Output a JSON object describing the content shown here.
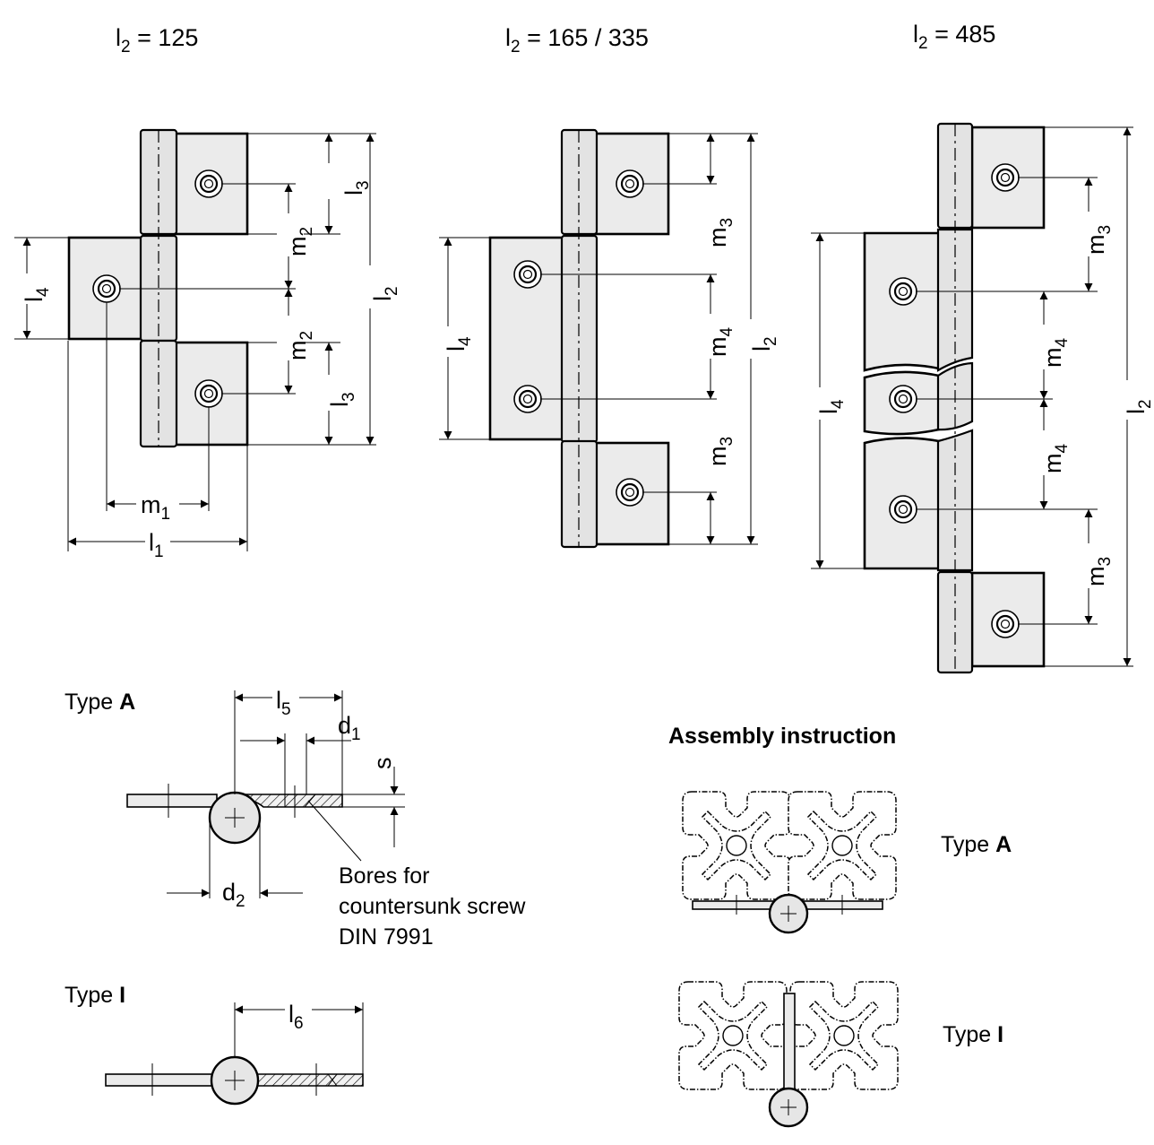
{
  "figures": {
    "left": {
      "title": "l2 = 125"
    },
    "middle": {
      "title": "l2 = 165 / 335"
    },
    "right": {
      "title": "l2 = 485"
    }
  },
  "dimensions": [
    "l1",
    "l2",
    "l3",
    "l4",
    "l5",
    "l6",
    "m1",
    "m2",
    "m3",
    "m4",
    "d1",
    "d2",
    "s"
  ],
  "type_a": {
    "label_prefix": "Type ",
    "label_letter": "A"
  },
  "type_i": {
    "label_prefix": "Type ",
    "label_letter": "I"
  },
  "bores_note": [
    "Bores for",
    "countersunk screw",
    "DIN 7991"
  ],
  "assembly": {
    "title": "Assembly instruction",
    "type_a_label": "Type A",
    "type_i_label": "Type I"
  }
}
